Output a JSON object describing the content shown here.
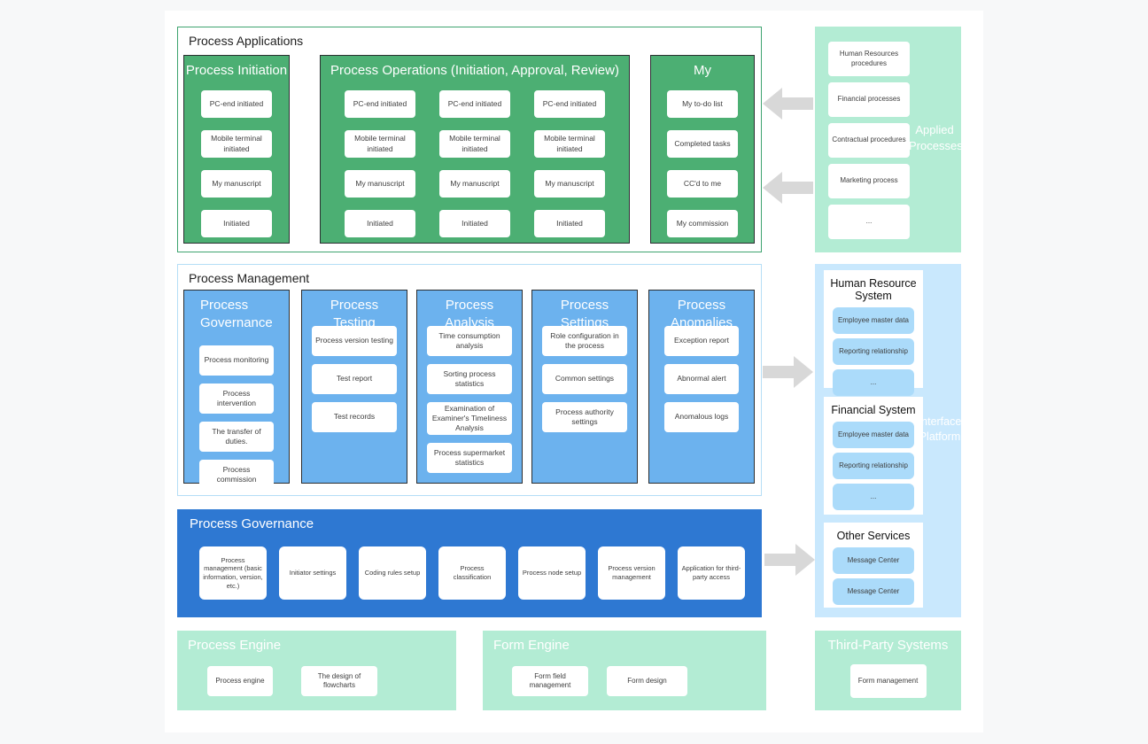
{
  "palette": {
    "green": "#4caf73",
    "green_border": "#3ea36f",
    "light_green": "#b3ecd4",
    "blue": "#6cb2ee",
    "dark_blue": "#2e78d2",
    "light_blue_panel": "#c9e8fd",
    "light_blue_card": "#abdbfa",
    "arrow_gray": "#d8d8d8"
  },
  "process_applications": {
    "title": "Process Applications",
    "initiation": {
      "title": "Process Initiation",
      "items": [
        "PC-end initiated",
        "Mobile terminal initiated",
        "My manuscript",
        "Initiated"
      ]
    },
    "operations": {
      "title": "Process Operations (Initiation, Approval, Review)",
      "columns": [
        [
          "PC-end initiated",
          "Mobile terminal initiated",
          "My manuscript",
          "Initiated"
        ],
        [
          "PC-end initiated",
          "Mobile terminal initiated",
          "My manuscript",
          "Initiated"
        ],
        [
          "PC-end initiated",
          "Mobile terminal initiated",
          "My manuscript",
          "Initiated"
        ]
      ]
    },
    "my": {
      "title": "My",
      "items": [
        "My to-do list",
        "Completed tasks",
        "CC'd to me",
        "My commission"
      ]
    }
  },
  "applied_processes": {
    "label": "Applied Processes",
    "items": [
      "Human Resources procedures",
      "Financial processes",
      "Contractual procedures",
      "Marketing process",
      "..."
    ]
  },
  "process_management": {
    "title": "Process Management",
    "columns": [
      {
        "title": "Process Governance",
        "items": [
          "Process monitoring",
          "Process intervention",
          "The transfer of duties.",
          "Process commission"
        ]
      },
      {
        "title": "Process Testing",
        "items": [
          "Process version testing",
          "Test report",
          "Test records"
        ]
      },
      {
        "title": "Process Analysis",
        "items": [
          "Time consumption analysis",
          "Sorting process statistics",
          "Examination of Examiner's Timeliness Analysis",
          "Process supermarket statistics"
        ]
      },
      {
        "title": "Process Settings",
        "items": [
          "Role configuration in the process",
          "Common settings",
          "Process authority settings"
        ]
      },
      {
        "title": "Process Anomalies",
        "items": [
          "Exception report",
          "Abnormal alert",
          "Anomalous logs"
        ]
      }
    ]
  },
  "process_governance": {
    "title": "Process Governance",
    "items": [
      "Process management (basic information, version, etc.)",
      "Initiator settings",
      "Coding rules setup",
      "Process classification",
      "Process node setup",
      "Process version management",
      "Application for third-party access"
    ]
  },
  "interface_platform": {
    "label": "Interface Platform",
    "groups": [
      {
        "title": "Human Resource System",
        "items": [
          "Employee master data",
          "Reporting relationship",
          "..."
        ]
      },
      {
        "title": "Financial System",
        "items": [
          "Employee master data",
          "Reporting relationship",
          "..."
        ]
      },
      {
        "title": "Other Services",
        "items": [
          "Message Center",
          "Message Center"
        ]
      }
    ]
  },
  "process_engine": {
    "title": "Process Engine",
    "items": [
      "Process engine",
      "The design of flowcharts"
    ]
  },
  "form_engine": {
    "title": "Form Engine",
    "items": [
      "Form field management",
      "Form design"
    ]
  },
  "third_party_systems": {
    "title": "Third-Party Systems",
    "items": [
      "Form management"
    ]
  }
}
